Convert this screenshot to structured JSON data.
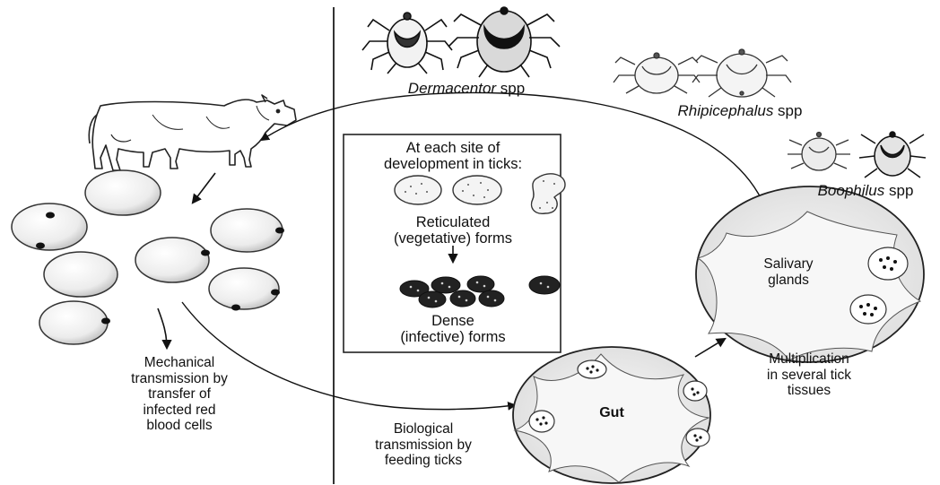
{
  "ticks": {
    "dermacentor": {
      "genus": "Dermacentor",
      "suffix": " spp"
    },
    "rhipicephalus": {
      "genus": "Rhipicephalus",
      "suffix": " spp"
    },
    "boophilus": {
      "genus": "Boophilus",
      "suffix": " spp"
    }
  },
  "box": {
    "title_line1": "At each site of",
    "title_line2": "development in ticks:",
    "reticulated_line1": "Reticulated",
    "reticulated_line2": "(vegetative) forms",
    "dense_line1": "Dense",
    "dense_line2": "(infective) forms"
  },
  "mechanical": {
    "line1": "Mechanical",
    "line2": "transmission by",
    "line3": "transfer of",
    "line4": "infected red",
    "line5": "blood cells"
  },
  "biological": {
    "line1": "Biological",
    "line2": "transmission by",
    "line3": "feeding ticks"
  },
  "multiplication": {
    "line1": "Multiplication",
    "line2": "in several tick",
    "line3": "tissues"
  },
  "salivary": {
    "line1": "Salivary",
    "line2": "glands"
  },
  "gut": {
    "label": "Gut"
  },
  "colors": {
    "ink": "#111111",
    "shade": "#b8b8b8",
    "background": "#ffffff"
  }
}
